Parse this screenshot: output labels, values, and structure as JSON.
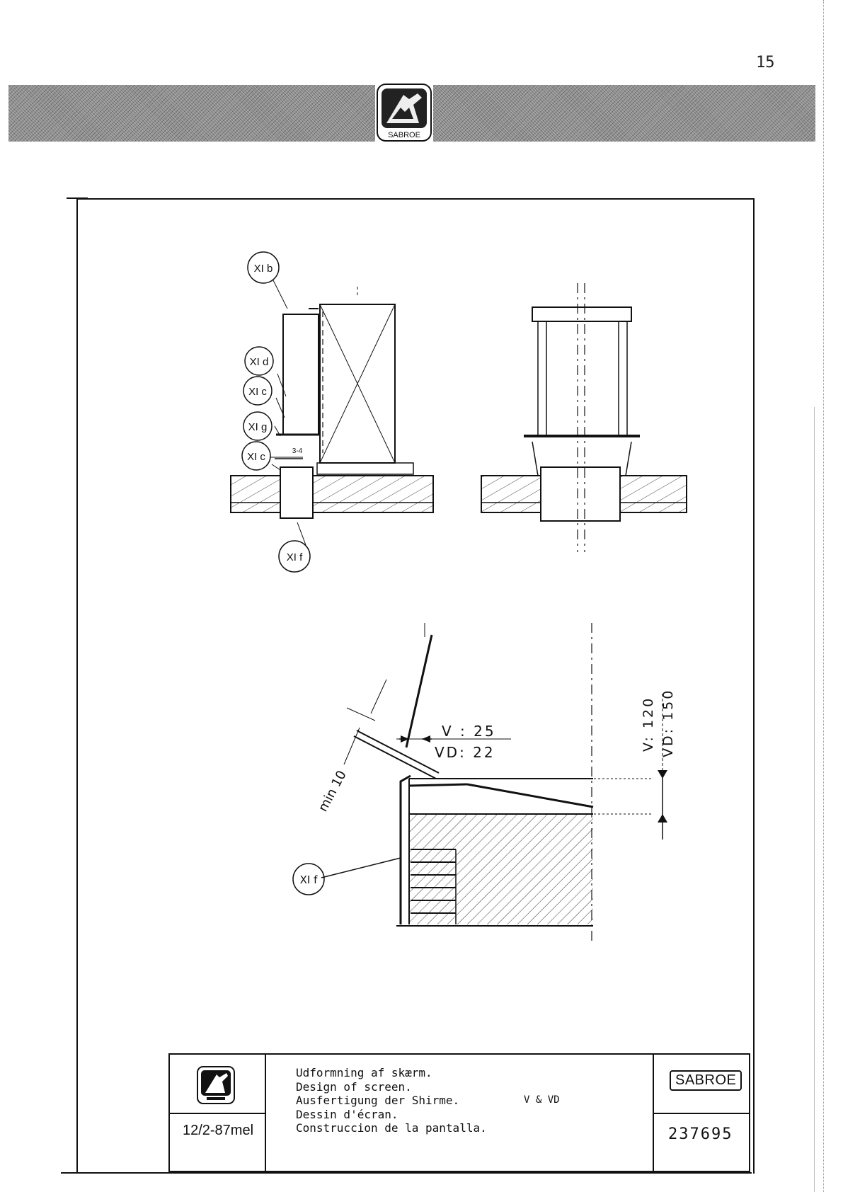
{
  "page": {
    "number": "15"
  },
  "header": {
    "logo_text": "SABROE",
    "logo_icon": "sabroe-logo-icon"
  },
  "drawing": {
    "callouts": {
      "top_b": "XI b",
      "d": "XI d",
      "c1": "XI c",
      "g": "XI g",
      "c2": "XI c",
      "f_lower": "XI f",
      "f_detail": "XI f",
      "dim_label": "3-4"
    },
    "dimensions": {
      "gap_v": "V : 25",
      "gap_vd": "VD: 22",
      "min_clear": "min 10",
      "height_v": "V: 120",
      "height_vd": "VD: 150"
    }
  },
  "title_block": {
    "date": "12/2-87mel",
    "descriptions": [
      "Udformning af skærm.",
      "Design of screen.",
      "Ausfertigung der Shirme.",
      "Dessin d'écran.",
      "Construccion de la pantalla."
    ],
    "variant": "V & VD",
    "brand": "SABROE",
    "drawing_number": "237695"
  }
}
